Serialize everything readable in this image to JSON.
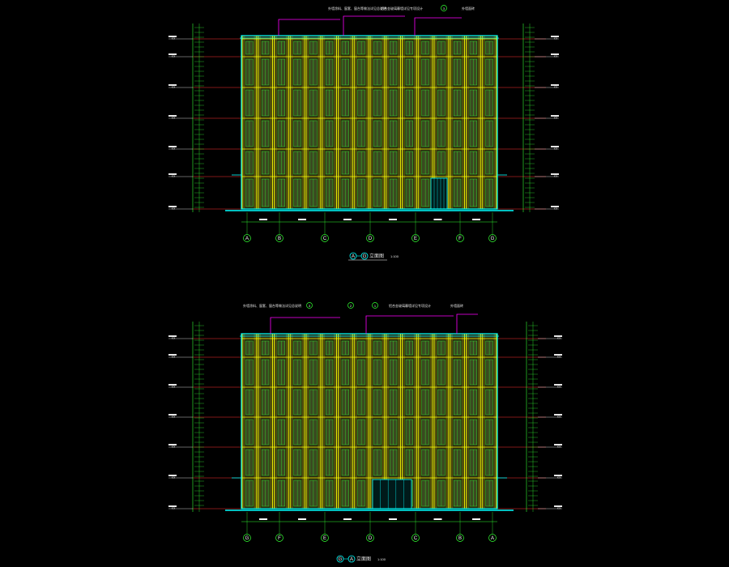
{
  "drawings": [
    {
      "id": "upper",
      "title_from": "A",
      "title_to": "G",
      "title_text": "立面图",
      "scale": "1:100",
      "axes": [
        "A",
        "B",
        "C",
        "D",
        "E",
        "F",
        "G"
      ],
      "notes": [
        "外墙涂料、窗套、窗台等做法详见总说明",
        "铝合金玻璃幕墙详见专项设计",
        "外墙面砖"
      ],
      "balloon": "3"
    },
    {
      "id": "lower",
      "title_from": "G",
      "title_to": "A",
      "title_text": "立面图",
      "scale": "1:100",
      "axes": [
        "G",
        "F",
        "E",
        "D",
        "C",
        "B",
        "A"
      ],
      "notes": [
        "外墙涂料、窗套、窗台等做法详见总说明",
        "铝合金玻璃幕墙详见专项设计",
        "外墙面砖"
      ],
      "balloons": [
        "3",
        "2",
        "1"
      ]
    }
  ],
  "colors": {
    "background": "#000000",
    "outline": "#00ffff",
    "mullion": "#ffff00",
    "floor_line": "#ff3030",
    "glass": "#33ff33",
    "annotation": "#ff00ff",
    "text": "#ffffff"
  }
}
